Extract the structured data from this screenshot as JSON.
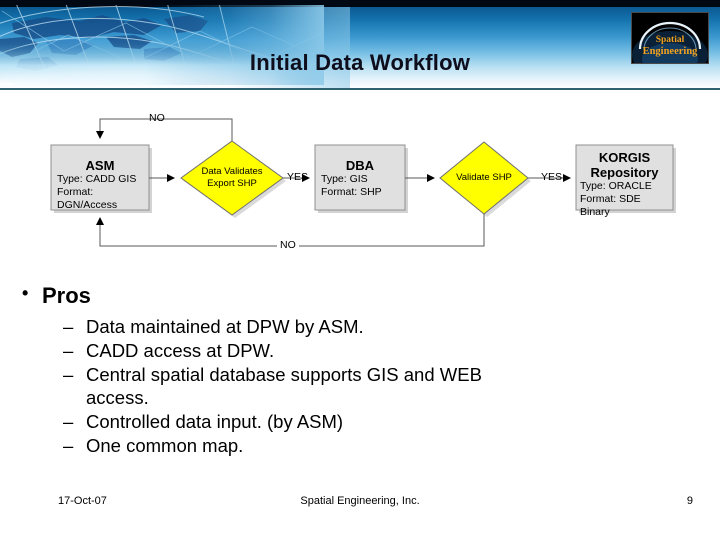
{
  "banner": {
    "title": "Initial Data Workflow",
    "logo": {
      "line1": "Spatial",
      "line2": "Engineering",
      "text_color": "#f2a21c",
      "background": "#000000"
    },
    "rule_color": "#2e6472"
  },
  "flowchart": {
    "nodes": [
      {
        "id": "asm",
        "shape": "box",
        "title": "ASM",
        "lines": [
          "Type: CADD GIS",
          "Format: DGN/Access"
        ],
        "fill": "#e0e0e0"
      },
      {
        "id": "data-validates",
        "shape": "diamond",
        "label_lines": [
          "Data Validates",
          "Export SHP"
        ],
        "fill": "#ffff00"
      },
      {
        "id": "dba",
        "shape": "box",
        "title": "DBA",
        "lines": [
          "Type: GIS",
          "Format: SHP"
        ],
        "fill": "#e0e0e0"
      },
      {
        "id": "validate-shp",
        "shape": "diamond",
        "label_lines": [
          "Validate SHP"
        ],
        "fill": "#ffff00"
      },
      {
        "id": "korgis",
        "shape": "box",
        "title_lines": [
          "KORGIS",
          "Repository"
        ],
        "lines": [
          "Type: ORACLE",
          "Format: SDE Binary"
        ],
        "fill": "#e0e0e0"
      }
    ],
    "edge_labels": {
      "no_top": "NO",
      "yes_1": "YES",
      "yes_2": "YES",
      "no_bottom": "NO"
    }
  },
  "content": {
    "heading": "Pros",
    "bullet_char": "•",
    "dash_char": "–",
    "items": [
      {
        "text": "Data maintained at DPW by ASM."
      },
      {
        "text": "CADD access at DPW."
      },
      {
        "text": "Central spatial database supports GIS and WEB",
        "text2": "access."
      },
      {
        "text": "Controlled data input.  (by ASM)"
      },
      {
        "text": "One common map."
      }
    ]
  },
  "footer": {
    "date": "17-Oct-07",
    "center": "Spatial Engineering, Inc.",
    "page": "9"
  }
}
